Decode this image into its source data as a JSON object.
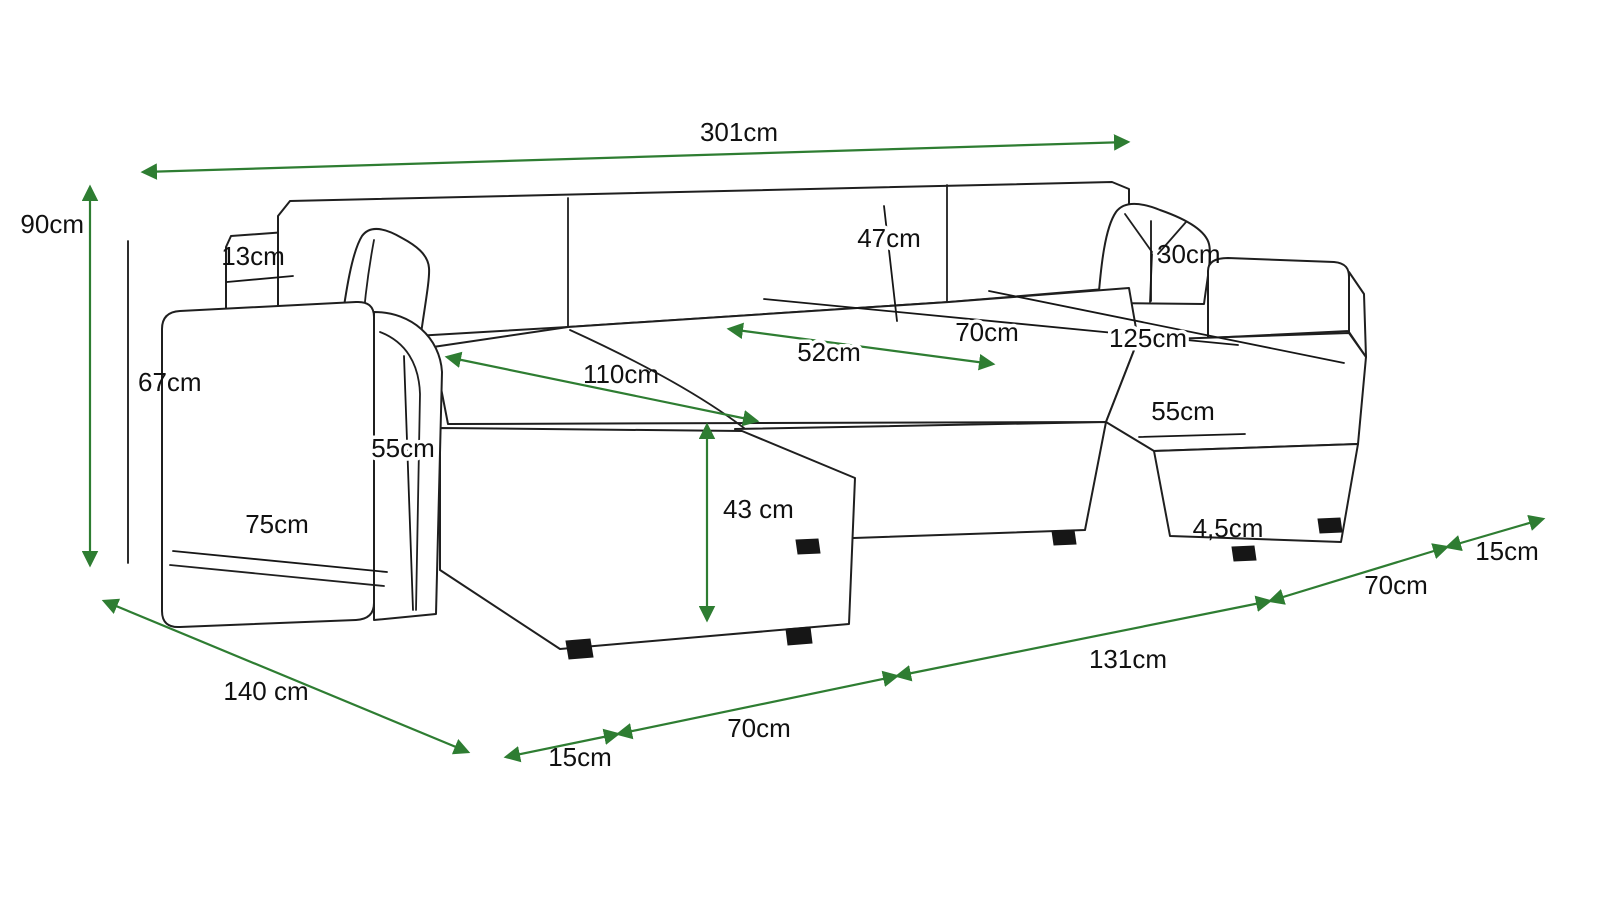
{
  "diagram": {
    "type": "sofa-dimension-diagram",
    "colors": {
      "dimension_arrow_green": "#2e7d32",
      "outline_black": "#1f1f1f",
      "label_text": "#111111"
    },
    "dimensions": {
      "top_width": "301cm",
      "left_height": "90cm",
      "left_inner_height": "67cm",
      "back_armrest": "13cm",
      "backrest": "47cm",
      "pillow": "30cm",
      "left_seat_diag": "110cm",
      "mid_seat": "52cm",
      "mid_depth": "70cm",
      "right_chaise": "125cm",
      "left_armrest_v": "55cm",
      "right_seat_w": "55cm",
      "left_armrest_len": "75cm",
      "seat_height": "43 cm",
      "leg_height": "4,5cm",
      "front_far_left": "15cm",
      "front_left": "70cm",
      "front_center": "131cm",
      "front_right": "70cm",
      "front_far_right": "15cm",
      "left_depth": "140 cm"
    }
  }
}
